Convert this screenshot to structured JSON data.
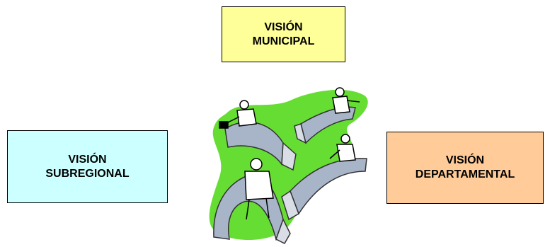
{
  "boxes": {
    "municipal": {
      "line1": "VISIÓN",
      "line2": "MUNICIPAL",
      "fill": "#ffff99"
    },
    "subregional": {
      "line1": "VISIÓN",
      "line2": "SUBREGIONAL",
      "fill": "#ccffff"
    },
    "departamental": {
      "line1": "VISIÓN",
      "line2": "DEPARTAMENTAL",
      "fill": "#ffcc99"
    }
  },
  "clipart": {
    "icon": "people-walking-on-bridges-icon",
    "ground_color": "#66dd33",
    "bridge_color": "#a8b4c8"
  }
}
